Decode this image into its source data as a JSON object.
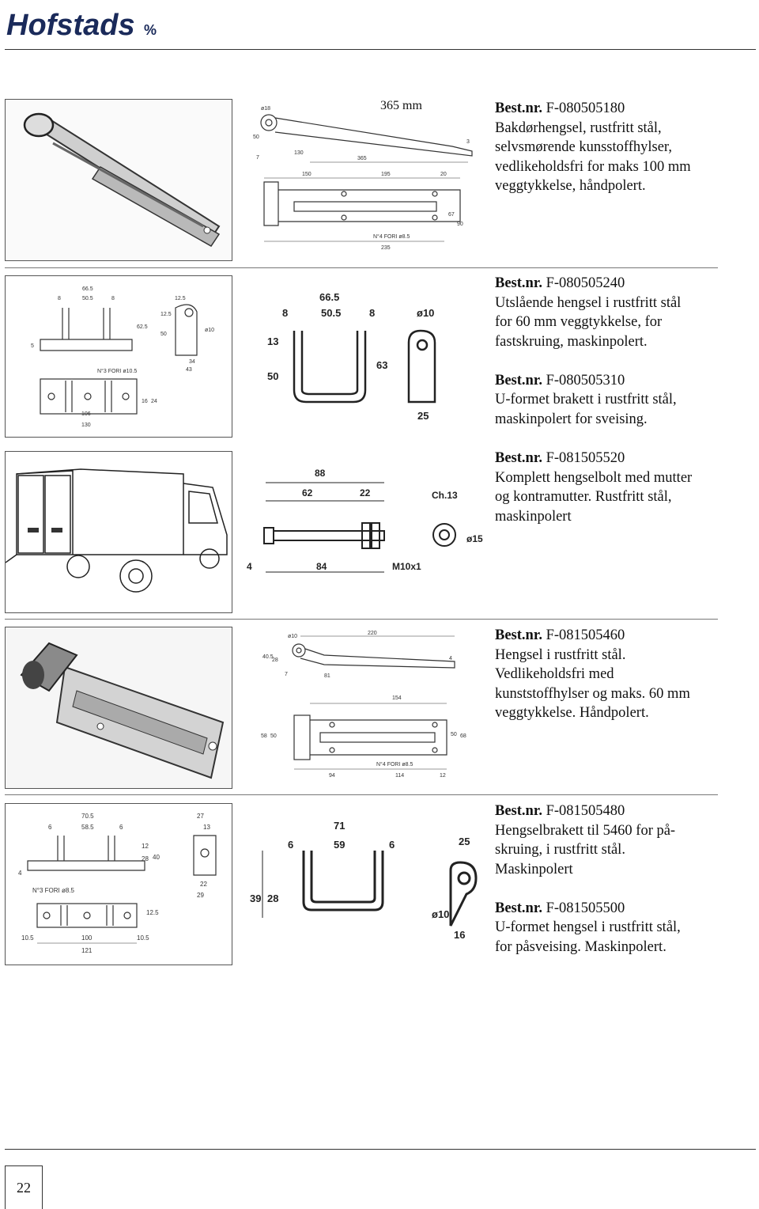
{
  "header": {
    "brand": "Hofstads"
  },
  "drawing_labels": {
    "length": "365 mm"
  },
  "products": [
    {
      "bestnr_label": "Best.nr.",
      "bestnr": "F-080505180",
      "lines": [
        "Bakdørhengsel, rustfritt stål,",
        "selvsmørende kunsstoffhylser,",
        "vedlikeholdsfri for maks 100 mm",
        "veggtykkelse, håndpolert."
      ]
    },
    {
      "bestnr_label": "Best.nr.",
      "bestnr": "F-080505240",
      "lines": [
        "Utslående hengsel i rustfritt stål",
        "for 60 mm veggtykkelse, for",
        "fastskruing, maskinpolert."
      ]
    },
    {
      "bestnr_label": "Best.nr.",
      "bestnr": "F-080505310",
      "lines": [
        "U-formet brakett i rustfritt stål,",
        "maskinpolert for sveising."
      ]
    },
    {
      "bestnr_label": "Best.nr.",
      "bestnr": "F-081505520",
      "lines": [
        "Komplett hengselbolt med mutter",
        "og kontramutter. Rustfritt stål,",
        "maskinpolert"
      ]
    },
    {
      "bestnr_label": "Best.nr.",
      "bestnr": "F-081505460",
      "lines": [
        "Hengsel i rustfritt stål.",
        "Vedlikeholdsfri med",
        "kunststoffhylser og maks. 60 mm",
        "veggtykkelse. Håndpolert."
      ]
    },
    {
      "bestnr_label": "Best.nr.",
      "bestnr": "F-081505480",
      "lines": [
        "Hengselbrakett til 5460 for på-",
        "skruing, i rustfritt stål.",
        "Maskinpolert"
      ]
    },
    {
      "bestnr_label": "Best.nr.",
      "bestnr": "F-081505500",
      "lines": [
        "U-formet hengsel i rustfritt stål,",
        "for påsveising. Maskinpolert."
      ]
    }
  ],
  "footer": {
    "page_number": "22"
  },
  "dims": {
    "d180": [
      "150",
      "195",
      "20",
      "130",
      "365",
      "235",
      "50",
      "7",
      "67",
      "90",
      "3",
      "N°4 FORI ø8.5",
      "ø18"
    ],
    "d240": [
      "66.5",
      "50.5",
      "8",
      "8",
      "62.5",
      "5",
      "12.5",
      "50",
      "12.5",
      "ø10",
      "34",
      "43",
      "N°3 FORI ø10.5",
      "106",
      "130",
      "16",
      "24"
    ],
    "d310": [
      "66.5",
      "50.5",
      "8",
      "8",
      "ø10",
      "13",
      "50",
      "63",
      "25"
    ],
    "d520": [
      "88",
      "62",
      "22",
      "Ch.13",
      "4",
      "84",
      "M10x1",
      "ø15"
    ],
    "d460": [
      "220",
      "ø10",
      "40.5",
      "28",
      "7",
      "81",
      "4",
      "154",
      "58",
      "50",
      "50",
      "68",
      "N°4 FORI ø8.5",
      "94",
      "114",
      "12"
    ],
    "d480": [
      "70.5",
      "58.5",
      "6",
      "6",
      "4",
      "12",
      "28",
      "40",
      "27",
      "13",
      "22",
      "29",
      "N°3 FORI ø8.5",
      "12.5",
      "10.5",
      "100",
      "10.5",
      "121"
    ],
    "d500": [
      "71",
      "59",
      "6",
      "6",
      "39",
      "28",
      "25",
      "ø10",
      "16"
    ]
  }
}
